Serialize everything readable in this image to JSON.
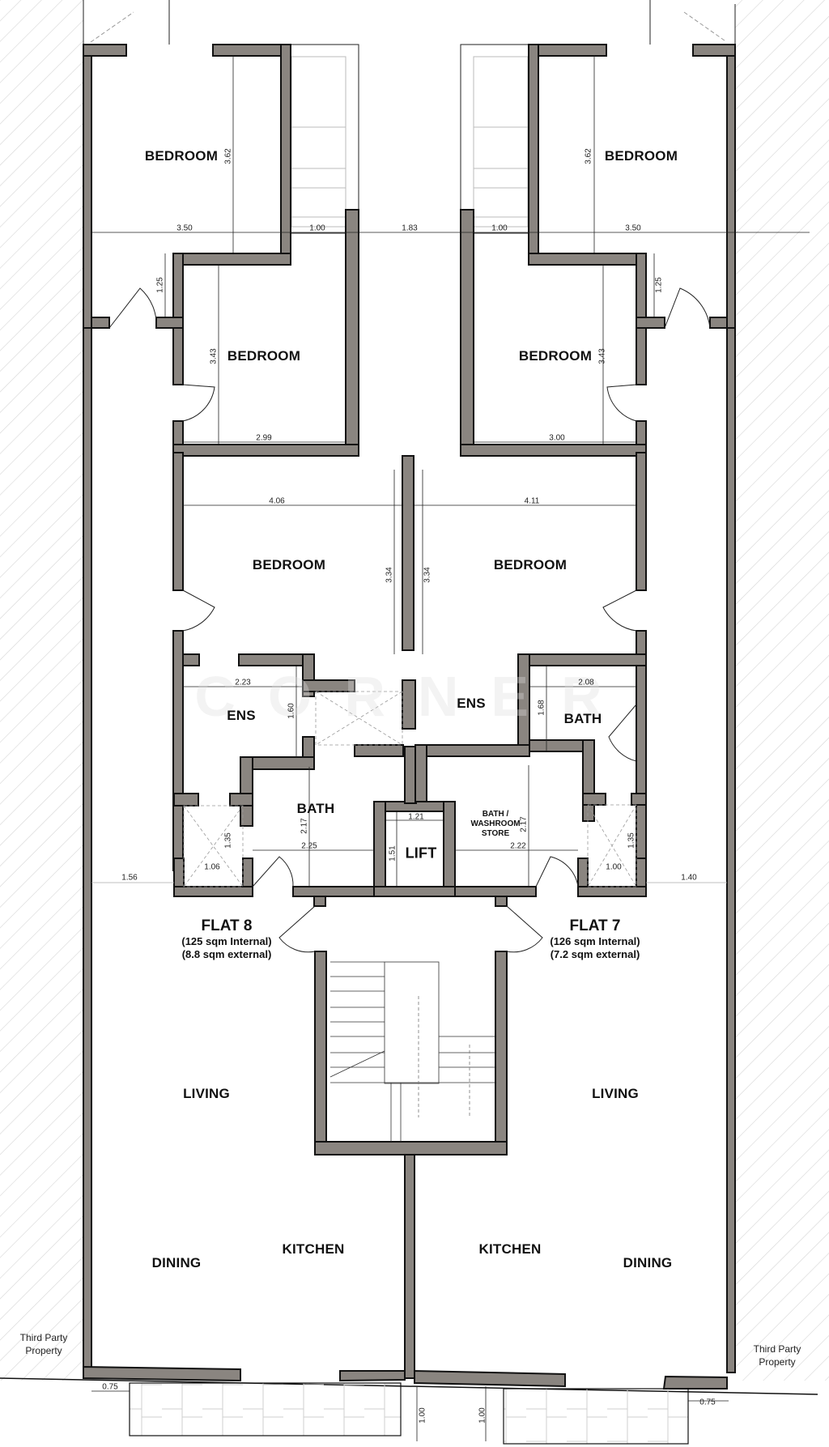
{
  "colors": {
    "wall": "#8a8580",
    "wall_outline": "#111111",
    "hatch": "#d9d9d9",
    "line": "#222222",
    "background": "#ffffff"
  },
  "watermark": "CORNER",
  "flats": [
    {
      "name": "FLAT 8",
      "internal": "(125 sqm Internal)",
      "external": "(8.8 sqm external)"
    },
    {
      "name": "FLAT 7",
      "internal": "(126 sqm Internal)",
      "external": "(7.2 sqm external)"
    }
  ],
  "rooms": {
    "flat8_bedroom_top": "BEDROOM",
    "flat8_bedroom_mid": "BEDROOM",
    "flat8_bedroom_main": "BEDROOM",
    "flat8_ens": "ENS",
    "flat8_bath": "BATH",
    "flat8_living": "LIVING",
    "flat8_kitchen": "KITCHEN",
    "flat8_dining": "DINING",
    "flat7_bedroom_top": "BEDROOM",
    "flat7_bedroom_mid": "BEDROOM",
    "flat7_bedroom_main": "BEDROOM",
    "flat7_ens": "ENS",
    "flat7_bath": "BATH",
    "flat7_store_line1": "BATH /",
    "flat7_store_line2": "WASHROOM",
    "flat7_store_line3": "STORE",
    "flat7_living": "LIVING",
    "flat7_kitchen": "KITCHEN",
    "flat7_dining": "DINING",
    "lift": "LIFT"
  },
  "dimensions": {
    "f8_top_bed_w": "3.50",
    "f8_top_bed_h": "3.62",
    "f8_balcony_w": "1.00",
    "gap_center": "1.83",
    "f7_balcony_w": "1.00",
    "f7_top_bed_w": "3.50",
    "f7_top_bed_h": "3.62",
    "f8_corridor_h": "1.25",
    "f7_corridor_h": "1.25",
    "f8_mid_bed_h": "3.43",
    "f8_mid_bed_w": "2.99",
    "f7_mid_bed_h": "3.43",
    "f7_mid_bed_w": "3.00",
    "f8_main_bed_w": "4.06",
    "f8_main_bed_h": "3.34",
    "f7_main_bed_w": "4.11",
    "f7_main_bed_h": "3.34",
    "f8_ens_w": "2.23",
    "f8_ens_h": "1.60",
    "f7_bath_w": "2.08",
    "f7_bath_h": "1.68",
    "f8_bath_h": "2.17",
    "f8_bath_w": "2.25",
    "f7_store_h": "2.17",
    "f7_store_w": "2.22",
    "lift_w": "1.21",
    "lift_h": "1.51",
    "f8_shaft_h": "1.35",
    "f8_shaft_w": "1.06",
    "f7_shaft_h": "1.35",
    "f7_shaft_w": "1.00",
    "f8_side_w": "1.56",
    "f7_side_w": "1.40",
    "f8_front_offset": "0.75",
    "f7_front_offset": "0.75",
    "f8_front_depth": "1.00",
    "f7_front_depth": "1.00"
  },
  "neighbors": {
    "left_line1": "Third Party",
    "left_line2": "Property",
    "right_line1": "Third Party",
    "right_line2": "Property"
  }
}
